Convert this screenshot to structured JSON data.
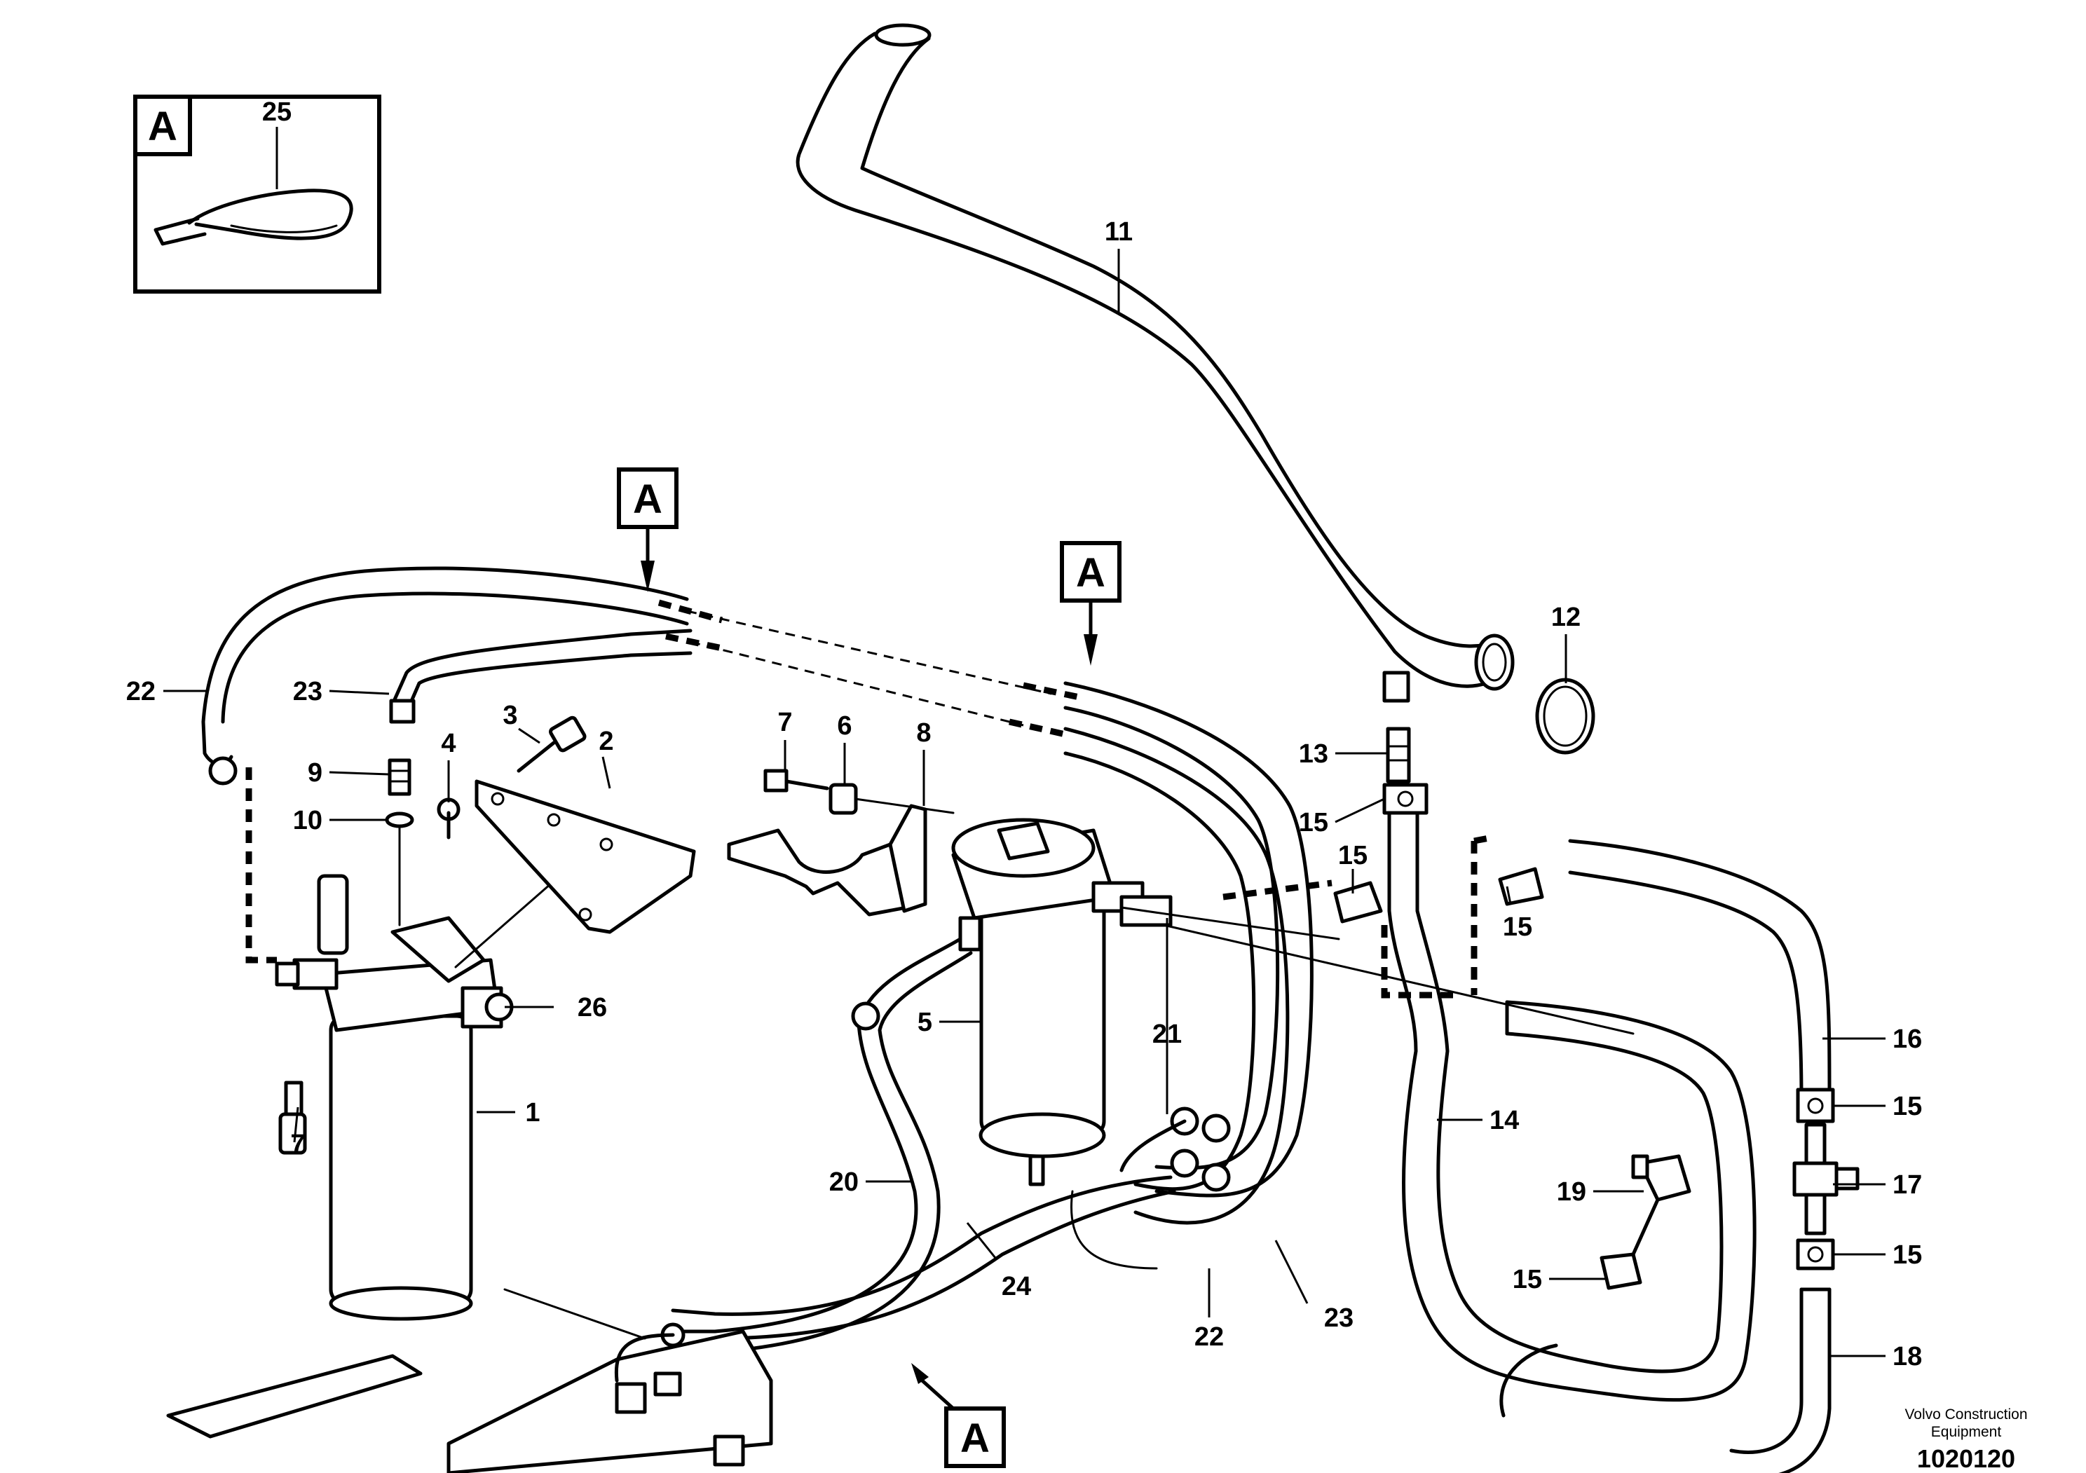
{
  "callouts": [
    {
      "id": "c1",
      "label": "1"
    },
    {
      "id": "c2",
      "label": "2"
    },
    {
      "id": "c3",
      "label": "3"
    },
    {
      "id": "c4",
      "label": "4"
    },
    {
      "id": "c5",
      "label": "5"
    },
    {
      "id": "c6",
      "label": "6"
    },
    {
      "id": "c7a",
      "label": "7"
    },
    {
      "id": "c7b",
      "label": "7"
    },
    {
      "id": "c8",
      "label": "8"
    },
    {
      "id": "c9",
      "label": "9"
    },
    {
      "id": "c10",
      "label": "10"
    },
    {
      "id": "c11",
      "label": "11"
    },
    {
      "id": "c12",
      "label": "12"
    },
    {
      "id": "c13",
      "label": "13"
    },
    {
      "id": "c14",
      "label": "14"
    },
    {
      "id": "c15a",
      "label": "15"
    },
    {
      "id": "c15b",
      "label": "15"
    },
    {
      "id": "c15c",
      "label": "15"
    },
    {
      "id": "c15d",
      "label": "15"
    },
    {
      "id": "c15e",
      "label": "15"
    },
    {
      "id": "c15f",
      "label": "15"
    },
    {
      "id": "c16",
      "label": "16"
    },
    {
      "id": "c17",
      "label": "17"
    },
    {
      "id": "c18",
      "label": "18"
    },
    {
      "id": "c19",
      "label": "19"
    },
    {
      "id": "c20",
      "label": "20"
    },
    {
      "id": "c21",
      "label": "21"
    },
    {
      "id": "c22a",
      "label": "22"
    },
    {
      "id": "c22b",
      "label": "22"
    },
    {
      "id": "c23a",
      "label": "23"
    },
    {
      "id": "c23b",
      "label": "23"
    },
    {
      "id": "c24",
      "label": "24"
    },
    {
      "id": "c25",
      "label": "25"
    },
    {
      "id": "c26",
      "label": "26"
    }
  ],
  "detail_refs": {
    "inset": "A",
    "top_left": "A",
    "top_right": "A",
    "bottom": "A"
  },
  "credit": {
    "line1": "Volvo Construction",
    "line2": "Equipment",
    "doc_number": "1020120"
  }
}
